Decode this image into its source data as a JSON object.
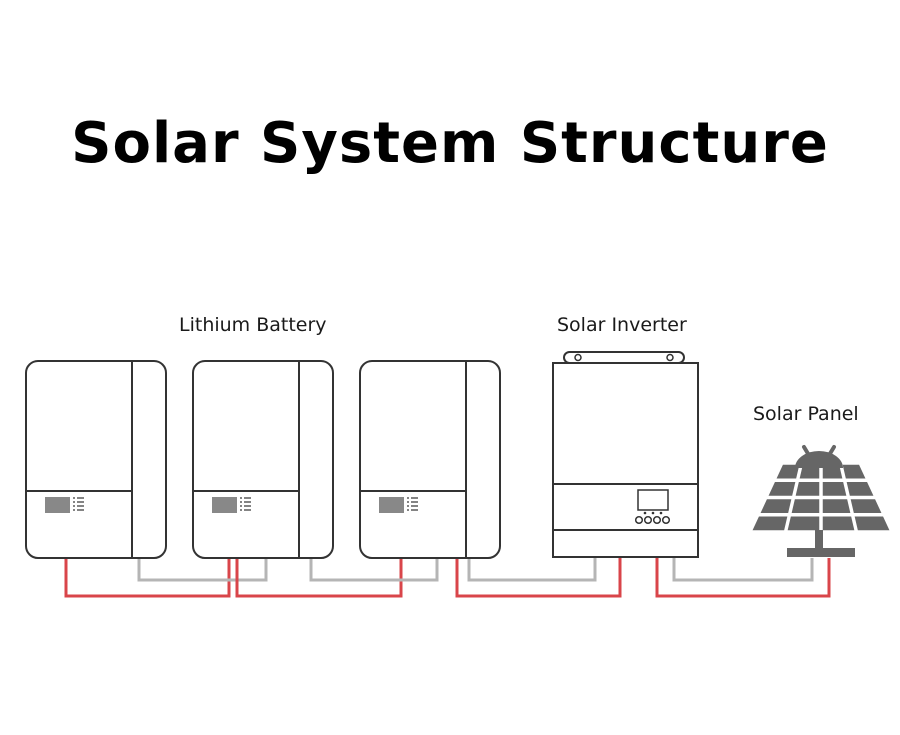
{
  "title": "Solar System Structure",
  "labels": {
    "battery": "Lithium Battery",
    "inverter": "Solar Inverter",
    "panel": "Solar Panel"
  },
  "colors": {
    "outline": "#333333",
    "positive_wire": "#d9454a",
    "negative_wire": "#b5b5b5",
    "screen": "#888888",
    "panel": "#666666",
    "background": "#ffffff"
  },
  "components": {
    "battery_count": 3
  }
}
